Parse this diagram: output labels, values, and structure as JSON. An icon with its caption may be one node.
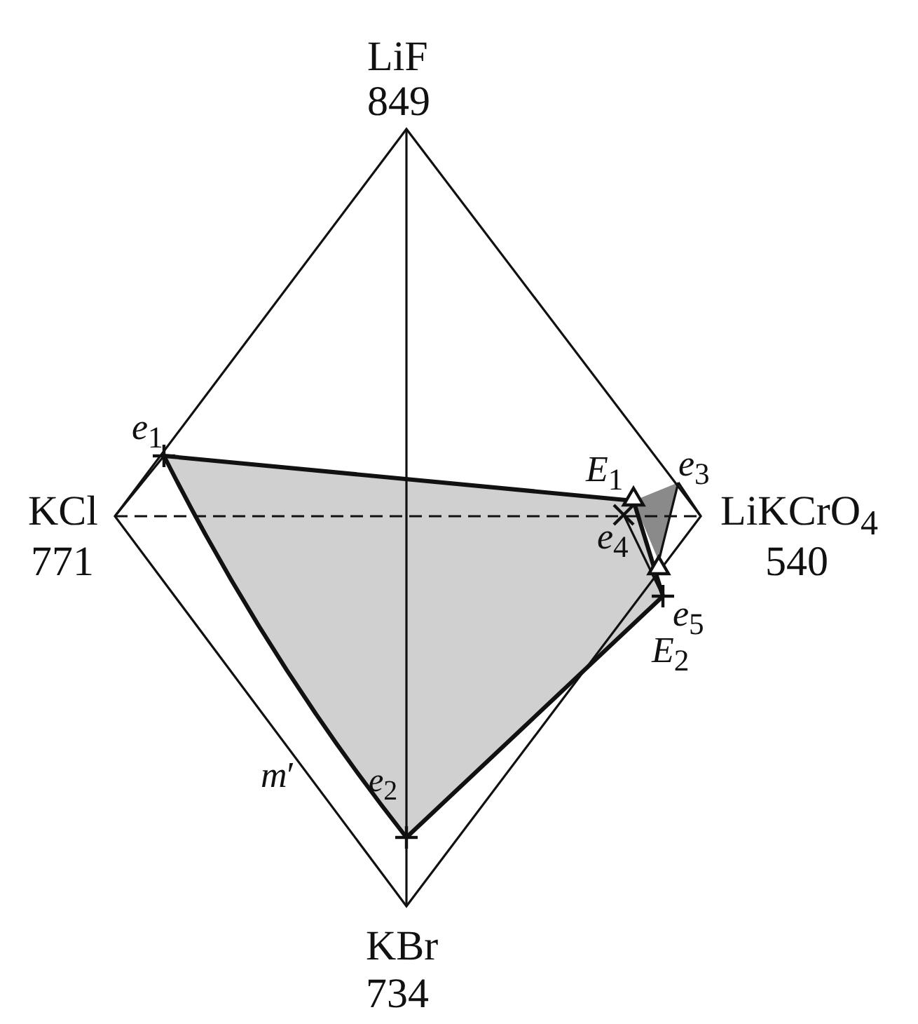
{
  "diagram": {
    "labels": [
      "LiF",
      "849",
      "*e*$_{1}$",
      "KCl",
      "*E*$_{1}$",
      "*e*$_{3}$",
      "LiKCrO$_{4}$",
      "771",
      "*e*$_{4}$",
      "540",
      "*e*$_{5}$",
      "*E*$_{2}$",
      "*m*′",
      "*e*$_{2}$",
      "KBr",
      "734"
    ]
  }
}
